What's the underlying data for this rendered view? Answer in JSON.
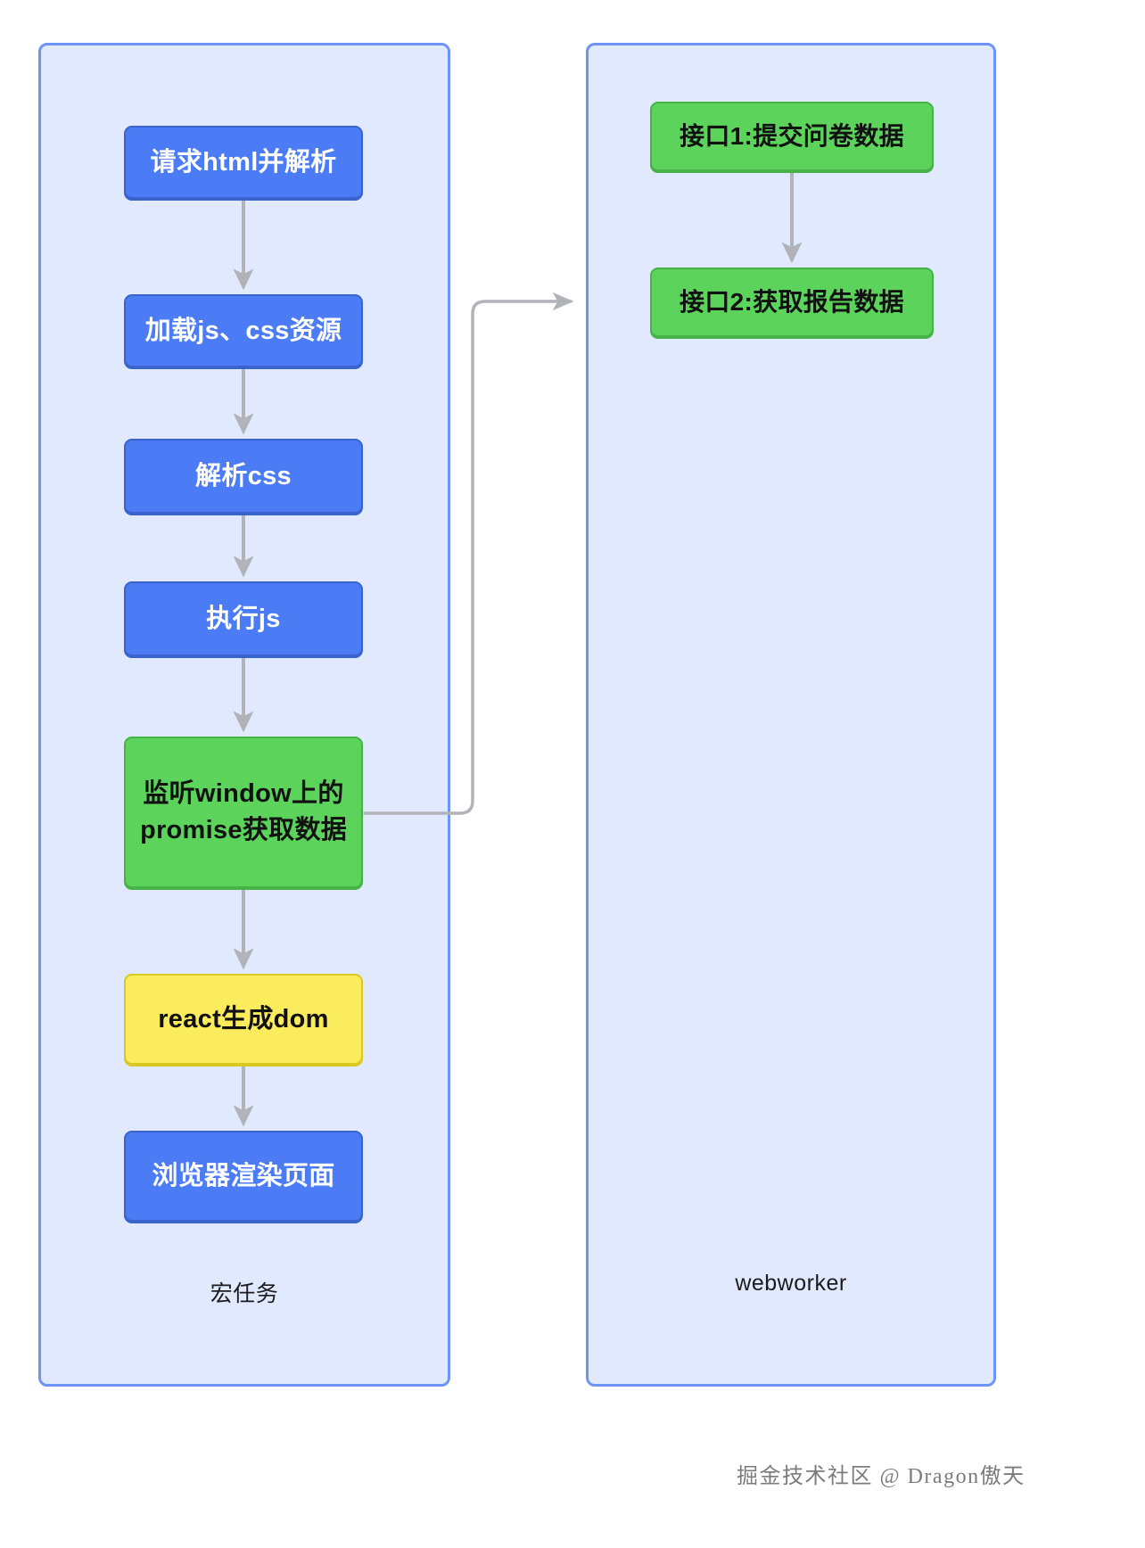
{
  "diagram": {
    "type": "flowchart",
    "title": "",
    "panels": [
      {
        "id": "macrotask",
        "label": "宏任务",
        "border_color": "#6e93f7",
        "fill_color": "#e0e9fd"
      },
      {
        "id": "webworker",
        "label": "webworker",
        "border_color": "#6e93f7",
        "fill_color": "#e0e9fd"
      }
    ],
    "nodes": {
      "request_html": {
        "label": "请求html并解析",
        "color": "blue"
      },
      "load_assets": {
        "label": "加载js、css资源",
        "color": "blue"
      },
      "parse_css": {
        "label": "解析css",
        "color": "blue"
      },
      "exec_js": {
        "label": "执行js",
        "color": "blue"
      },
      "promise_listen": {
        "label": "监听window上的promise获取数据",
        "color": "green"
      },
      "react_dom": {
        "label": "react生成dom",
        "color": "yellow"
      },
      "browser_render": {
        "label": "浏览器渲染页面",
        "color": "blue"
      },
      "api_1": {
        "label": "接口1:提交问卷数据",
        "color": "green"
      },
      "api_2": {
        "label": "接口2:获取报告数据",
        "color": "green"
      }
    },
    "edges": [
      {
        "from": "request_html",
        "to": "load_assets",
        "style": "arrow-down"
      },
      {
        "from": "load_assets",
        "to": "parse_css",
        "style": "arrow-down"
      },
      {
        "from": "parse_css",
        "to": "exec_js",
        "style": "arrow-down"
      },
      {
        "from": "exec_js",
        "to": "promise_listen",
        "style": "arrow-down"
      },
      {
        "from": "promise_listen",
        "to": "react_dom",
        "style": "arrow-down"
      },
      {
        "from": "react_dom",
        "to": "browser_render",
        "style": "arrow-down"
      },
      {
        "from": "promise_listen",
        "to": "api_2",
        "style": "elbow-right"
      },
      {
        "from": "api_1",
        "to": "api_2",
        "style": "arrow-down"
      }
    ],
    "colors": {
      "blue_fill": "#4c7cf5",
      "blue_stroke": "#3a63cc",
      "green_fill": "#5cd45c",
      "green_stroke": "#47b247",
      "yellow_fill": "#fbec5d",
      "yellow_stroke": "#d9c81f",
      "panel_fill": "#e0e9fd",
      "panel_stroke": "#6e93f7",
      "arrow": "#b0b4b8",
      "text_light": "#ffffff",
      "text_dark": "#111111"
    }
  },
  "watermark": {
    "text": "掘金技术社区 @ Dragon傲天"
  }
}
